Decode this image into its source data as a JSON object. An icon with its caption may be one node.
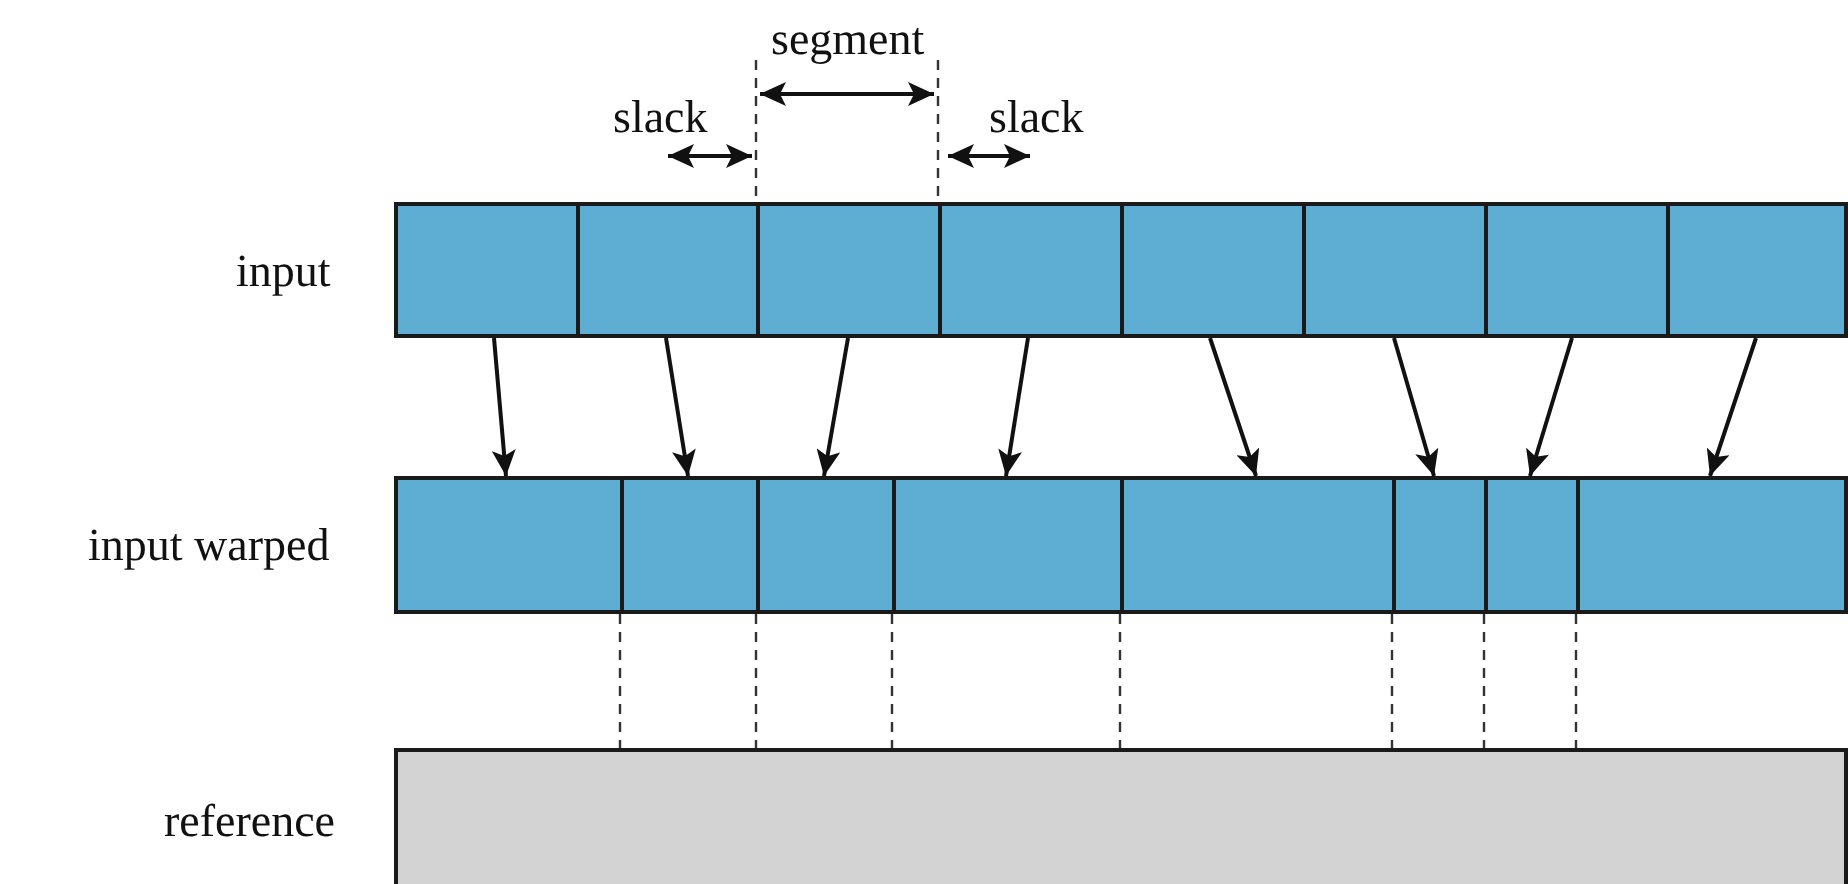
{
  "diagram": {
    "nodes": [
      {
        "text": [],
        "shape": "box"
      },
      {
        "text": [],
        "shape": "box"
      },
      {
        "text": [],
        "shape": "box"
      },
      {
        "text": [],
        "shape": "box"
      },
      {
        "text": [],
        "shape": "box"
      },
      {
        "text": [],
        "shape": "box"
      },
      {
        "text": [],
        "shape": "box"
      },
      {
        "text": [],
        "shape": "box"
      },
      {
        "text": [],
        "shape": "box"
      },
      {
        "text": [],
        "shape": "box"
      },
      {
        "text": [],
        "shape": "box"
      },
      {
        "text": [],
        "shape": "box"
      },
      {
        "text": [],
        "shape": "box"
      },
      {
        "text": [],
        "shape": "box"
      },
      {
        "text": [],
        "shape": "box"
      },
      {
        "text": [],
        "shape": "box"
      },
      {
        "text": [],
        "shape": "box"
      }
    ],
    "edges": [
      {
        "from": 0,
        "to": 8,
        "arrow": "to"
      },
      {
        "from": 1,
        "to": 9,
        "arrow": "to"
      },
      {
        "from": 2,
        "to": 10,
        "arrow": "to"
      },
      {
        "from": 3,
        "to": 11,
        "arrow": "to"
      },
      {
        "from": 4,
        "to": 12,
        "arrow": "to"
      },
      {
        "from": 5,
        "to": 13,
        "arrow": "to"
      },
      {
        "from": 6,
        "to": 14,
        "arrow": "to"
      },
      {
        "from": 7,
        "to": 15,
        "arrow": "to"
      },
      {
        "from": 8,
        "to": 16,
        "arrow": "none",
        "style": "dashed"
      },
      {
        "from": 9,
        "to": 16,
        "arrow": "none",
        "style": "dashed"
      },
      {
        "from": 10,
        "to": 16,
        "arrow": "none",
        "style": "dashed"
      },
      {
        "from": 11,
        "to": 16,
        "arrow": "none",
        "style": "dashed"
      },
      {
        "from": 12,
        "to": 16,
        "arrow": "none",
        "style": "dashed"
      },
      {
        "from": 13,
        "to": 16,
        "arrow": "none",
        "style": "dashed"
      },
      {
        "from": 14,
        "to": 16,
        "arrow": "none",
        "style": "dashed"
      }
    ],
    "labels": [
      "segment",
      "slack",
      "slack",
      "input",
      "input warped",
      "reference"
    ]
  }
}
